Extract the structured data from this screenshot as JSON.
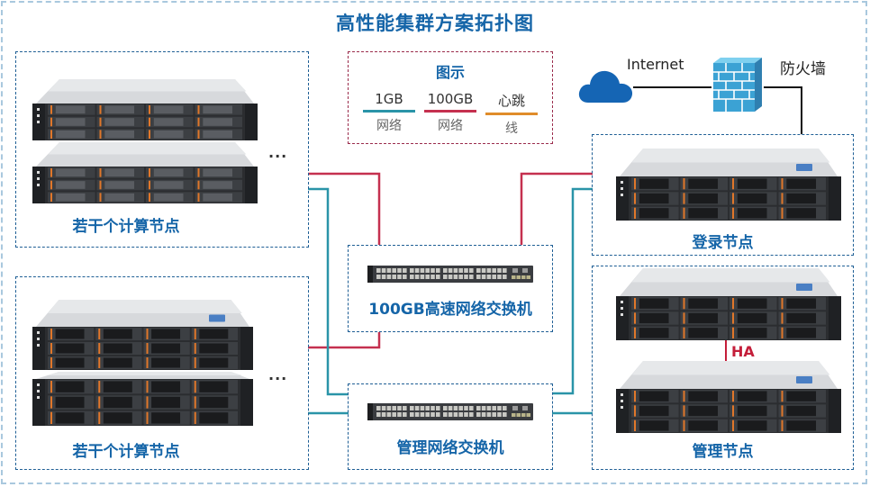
{
  "title": "高性能集群方案拓扑图",
  "legend": {
    "title": "图示",
    "items": [
      {
        "top": "1GB",
        "bottom": "网络",
        "color": "#2a94a8"
      },
      {
        "top": "100GB",
        "bottom": "网络",
        "color": "#c5304f"
      },
      {
        "top": "心跳",
        "bottom": "线",
        "color": "#e08c2a"
      }
    ]
  },
  "internet": {
    "label": "Internet",
    "icon": "cloud-icon"
  },
  "firewall": {
    "label": "防火墙",
    "icon": "firewall-icon"
  },
  "groups": {
    "compute_top": {
      "label": "若干个计算节点",
      "ellipsis": "..."
    },
    "compute_bottom": {
      "label": "若干个计算节点",
      "ellipsis": "..."
    },
    "hs_switch": {
      "label": "100GB高速网络交换机"
    },
    "mgmt_switch": {
      "label": "管理网络交换机"
    },
    "login": {
      "label": "登录节点"
    },
    "mgmt_node": {
      "label": "管理节点",
      "ha_label": "HA"
    }
  },
  "colors": {
    "gb1": "#2a94a8",
    "gb100": "#c5304f",
    "heartbeat": "#e08c2a",
    "ha": "#c41e3a",
    "accent": "#1565a8",
    "box_border": "#1f5f95"
  }
}
